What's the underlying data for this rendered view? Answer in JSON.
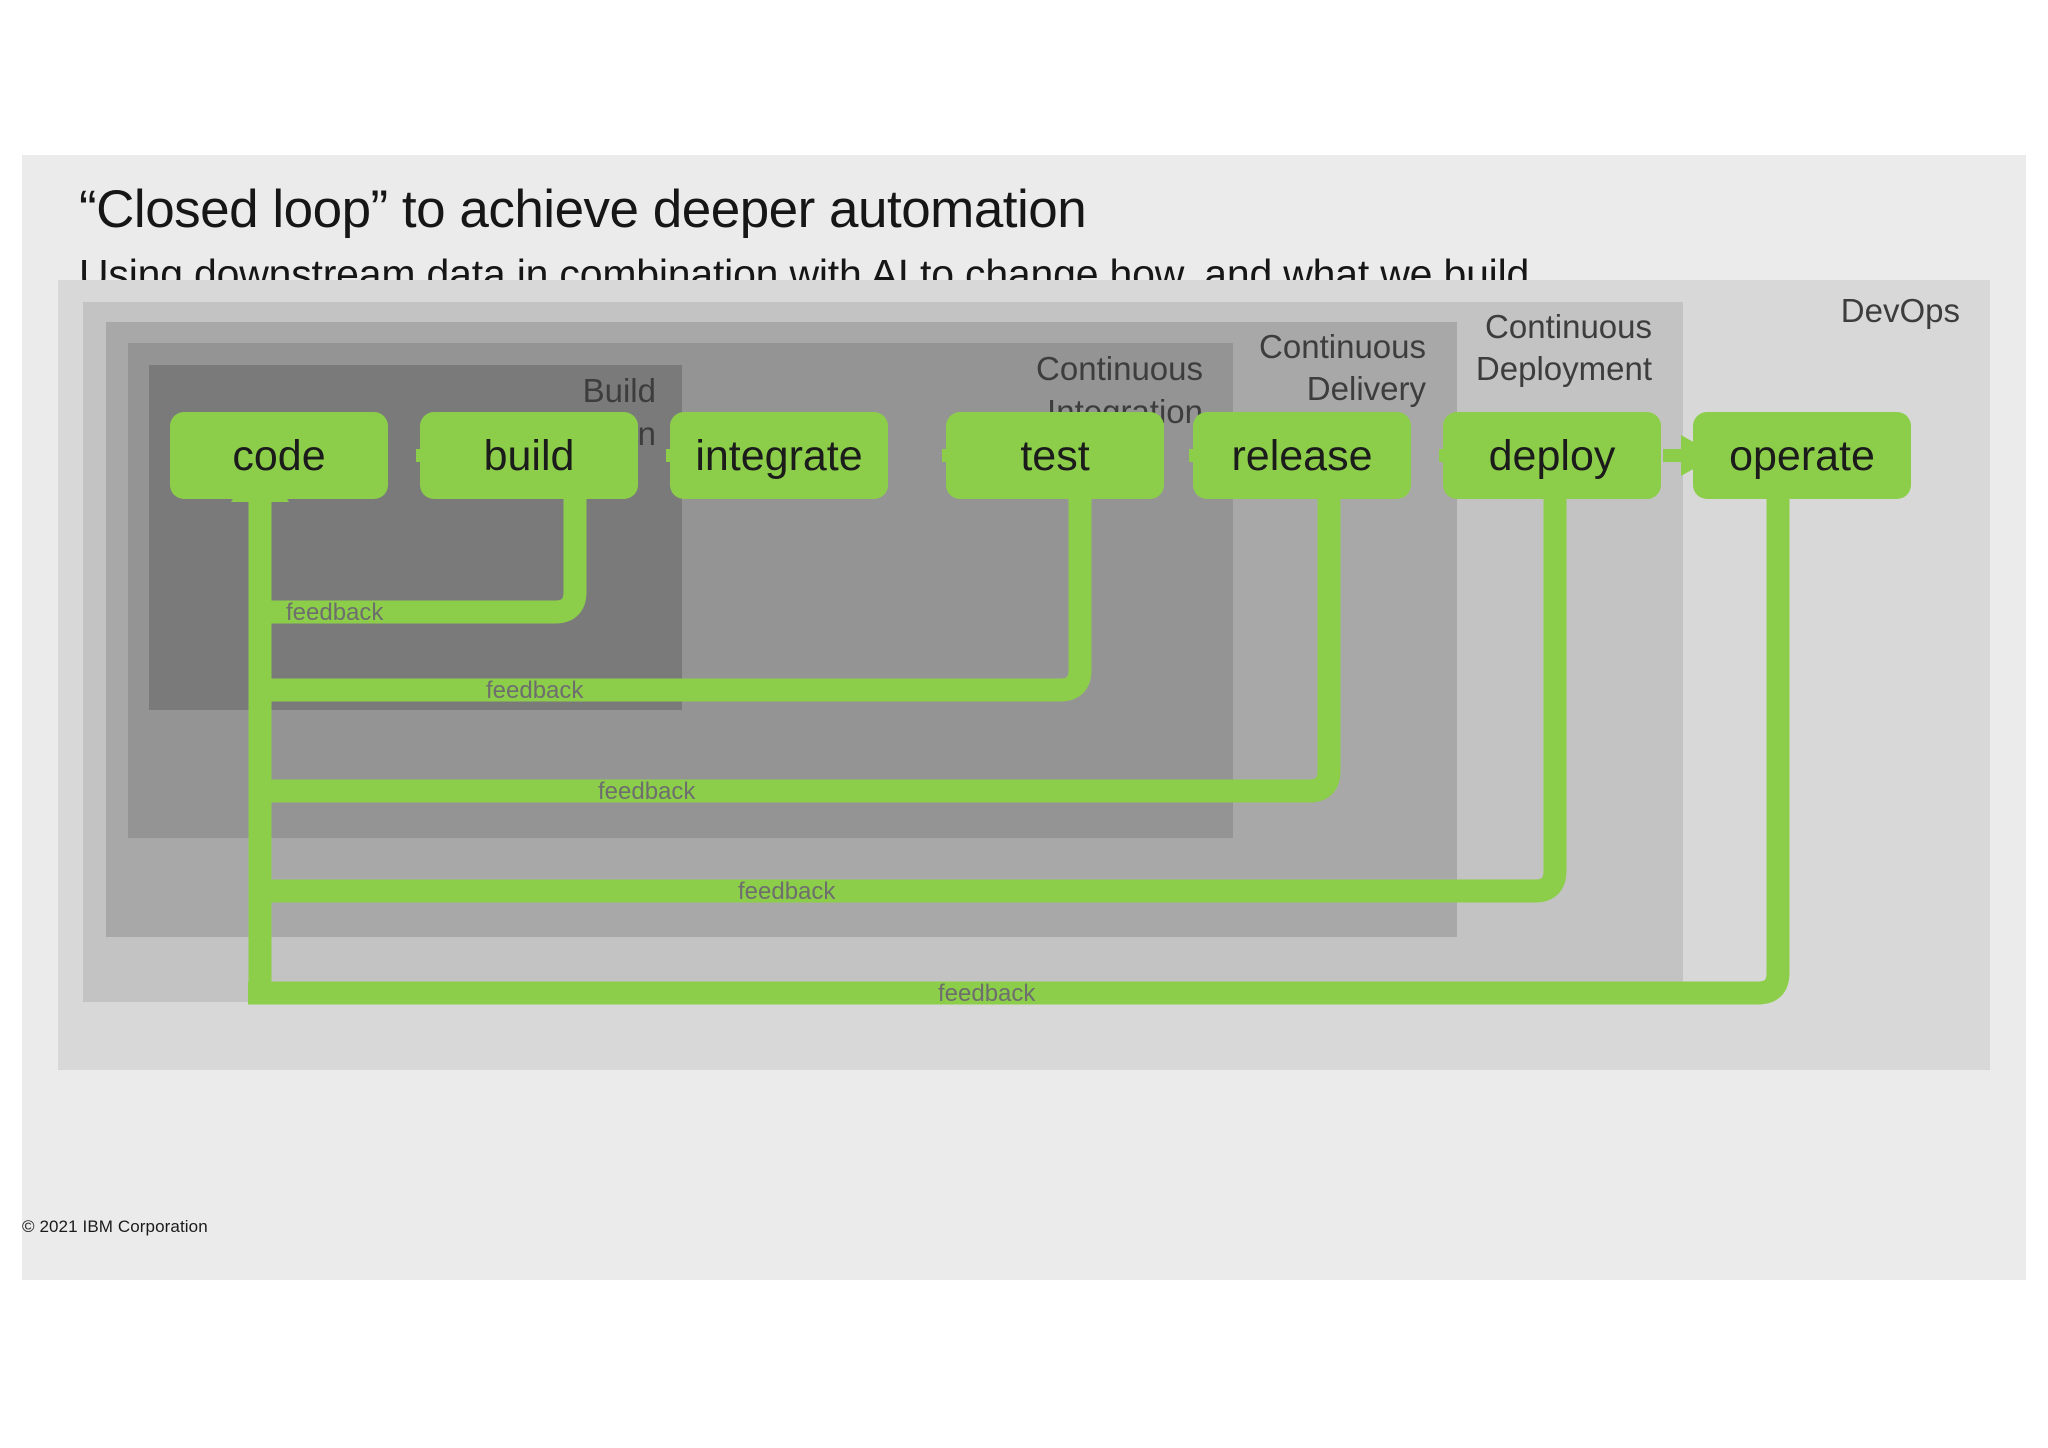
{
  "slide": {
    "title": "“Closed loop” to achieve deeper automation",
    "subtitle": "Using downstream data in combination with AI to change how, and what we build",
    "copyright": "© 2021 IBM Corporation",
    "background_color": "#ebebeb",
    "accent_color": "#8cce4a"
  },
  "diagram": {
    "type": "nested-pipeline-with-feedback-loops",
    "bands": [
      {
        "id": "build-automation",
        "label_line1": "Build",
        "label_line2": "Automation",
        "fill": "#7a7a7a"
      },
      {
        "id": "continuous-integration",
        "label_line1": "Continuous",
        "label_line2": "Integration",
        "fill": "#949494"
      },
      {
        "id": "continuous-delivery",
        "label_line1": "Continuous",
        "label_line2": "Delivery",
        "fill": "#a8a8a8"
      },
      {
        "id": "continuous-deployment",
        "label_line1": "Continuous",
        "label_line2": "Deployment",
        "fill": "#c3c3c3"
      },
      {
        "id": "devops",
        "label_line1": "DevOps",
        "label_line2": "",
        "fill": "#d8d8d8"
      }
    ],
    "stages": [
      {
        "id": "code",
        "label": "code"
      },
      {
        "id": "build",
        "label": "build"
      },
      {
        "id": "integrate",
        "label": "integrate"
      },
      {
        "id": "test",
        "label": "test"
      },
      {
        "id": "release",
        "label": "release"
      },
      {
        "id": "deploy",
        "label": "deploy"
      },
      {
        "id": "operate",
        "label": "operate"
      }
    ],
    "connectors": [
      {
        "from": "code",
        "to": "build"
      },
      {
        "from": "build",
        "to": "integrate"
      },
      {
        "from": "integrate",
        "to": "test"
      },
      {
        "from": "test",
        "to": "release"
      },
      {
        "from": "release",
        "to": "deploy"
      },
      {
        "from": "deploy",
        "to": "operate"
      }
    ],
    "feedback_loops": [
      {
        "id": "feedback-build",
        "label": "feedback",
        "from": "build",
        "to": "code"
      },
      {
        "id": "feedback-test",
        "label": "feedback",
        "from": "test",
        "to": "code"
      },
      {
        "id": "feedback-release",
        "label": "feedback",
        "from": "release",
        "to": "code"
      },
      {
        "id": "feedback-deploy",
        "label": "feedback",
        "from": "deploy",
        "to": "code"
      },
      {
        "id": "feedback-operate",
        "label": "feedback",
        "from": "operate",
        "to": "code"
      }
    ]
  }
}
